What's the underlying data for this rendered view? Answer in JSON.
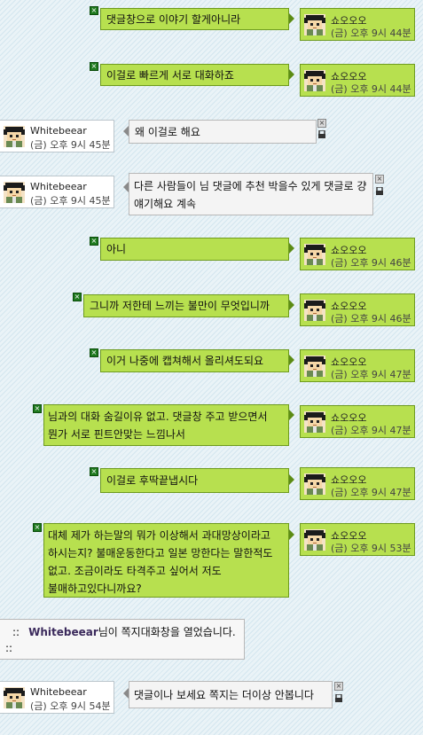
{
  "users": {
    "me": {
      "name": "쇼오오오"
    },
    "other": {
      "name": "Whitebeear"
    }
  },
  "messages": [
    {
      "side": "right",
      "text": "댓글창으로 이야기 할게아니라",
      "time": "(금) 오후 9시 44분"
    },
    {
      "side": "right",
      "text": "이걸로 빠르게 서로 대화하죠",
      "time": "(금) 오후 9시 44분"
    },
    {
      "side": "left",
      "text": "왜 이걸로 해요",
      "time": "(금) 오후 9시 45분"
    },
    {
      "side": "left",
      "text": "다른 사람들이 님 댓글에 추천 박을수 있게 댓글로 걍 얘기해요 계속",
      "time": "(금) 오후 9시 45분"
    },
    {
      "side": "right",
      "text": "아니",
      "time": "(금) 오후 9시 46분"
    },
    {
      "side": "right",
      "text": "그니까 저한테 느끼는 불만이 무엇입니까",
      "time": "(금) 오후 9시 46분"
    },
    {
      "side": "right",
      "text": "이거 나중에 캡쳐해서 올리셔도되요",
      "time": "(금) 오후 9시 47분"
    },
    {
      "side": "right",
      "text": "님과의 대화 숨길이유 없고. 댓글창 주고 받으면서 뭔가 서로 핀트안맞는 느낌나서",
      "time": "(금) 오후 9시 47분"
    },
    {
      "side": "right",
      "text": "이걸로 후딱끝냅시다",
      "time": "(금) 오후 9시 47분"
    },
    {
      "side": "right",
      "text": "대체 제가 하는말의 뭐가 이상해서 과대망상이라고 하시는지? 불매운동한다고 일본 망한다는 말한적도 없고. 조금이라도 타격주고 싶어서 저도 불매하고있다니까요?",
      "time": "(금) 오후 9시 53분"
    },
    {
      "side": "left",
      "text": "댓글이나 보세요 쪽지는 더이상 안봅니다",
      "time": "(금) 오후 9시 54분"
    }
  ],
  "system_notice": {
    "prefix": "::",
    "user": "Whitebeear",
    "text": "님이 쪽지대화창을 열었습니다. ::"
  },
  "icons": {
    "close": "×",
    "avatar": "pixel-avatar-icon",
    "lock": "lock-icon"
  },
  "colors": {
    "my_bubble": "#b7e04f",
    "my_border": "#6e9b1f",
    "other_bubble": "#f4f4f4",
    "close_green": "#1f7a1f"
  }
}
